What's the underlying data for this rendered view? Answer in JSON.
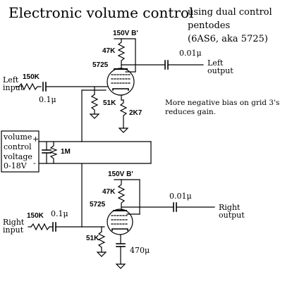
{
  "title": "Electronic volume control",
  "subtitle_lines": [
    "using dual control",
    "pentodes",
    "(6AS6, aka 5725)"
  ],
  "note": "More negative bias on grid 3's reduces gain.",
  "control_box": {
    "label": "volume control voltage 0-18V",
    "plus": "+",
    "minus": "-"
  },
  "shunt_resistor": "1M",
  "top_stage": {
    "supply": "150V B'",
    "plate_resistor": "47K",
    "tube": "5725",
    "input_resistor": "150K",
    "input_cap": "0.1μ",
    "grid_resistor": "51K",
    "cathode_resistor": "2K7",
    "output_cap": "0.01μ",
    "input_label": "Left input",
    "output_label": "Left output"
  },
  "bottom_stage": {
    "supply": "150V B'",
    "plate_resistor": "47K",
    "tube": "5725",
    "input_resistor": "150K",
    "input_cap": "0.1μ",
    "grid_resistor": "51K",
    "cathode_cap": "470μ",
    "output_cap": "0.01μ",
    "input_label": "Right input",
    "output_label": "Right output"
  }
}
